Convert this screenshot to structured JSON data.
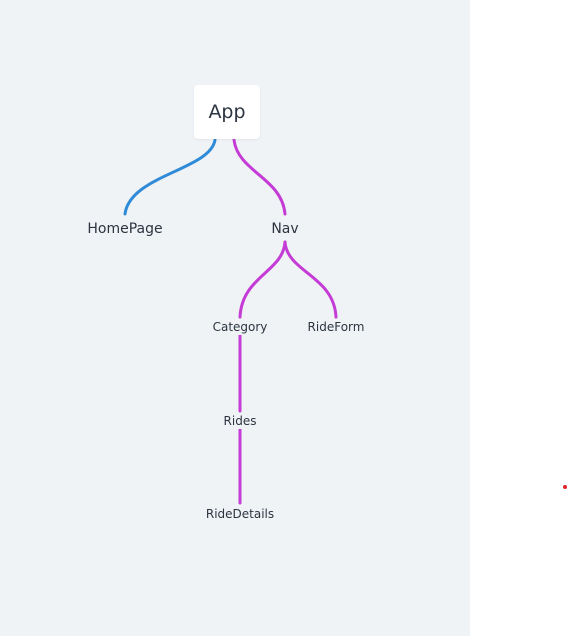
{
  "mindmap": {
    "root": {
      "label": "App"
    },
    "nodes": {
      "homepage": {
        "label": "HomePage"
      },
      "nav": {
        "label": "Nav"
      },
      "category": {
        "label": "Category"
      },
      "rideform": {
        "label": "RideForm"
      },
      "rides": {
        "label": "Rides"
      },
      "ridedetails": {
        "label": "RideDetails"
      }
    },
    "edges": [
      {
        "from": "App",
        "to": "HomePage",
        "color": "#2f8ad8"
      },
      {
        "from": "App",
        "to": "Nav",
        "color": "#c43bd6"
      },
      {
        "from": "Nav",
        "to": "Category",
        "color": "#c43bd6"
      },
      {
        "from": "Nav",
        "to": "RideForm",
        "color": "#c43bd6"
      },
      {
        "from": "Category",
        "to": "Rides",
        "color": "#c43bd6"
      },
      {
        "from": "Rides",
        "to": "RideDetails",
        "color": "#c43bd6"
      }
    ],
    "colors": {
      "canvas_bg": "#eff3f6",
      "branch_blue": "#2f8ad8",
      "branch_purple": "#c43bd6",
      "text": "#2c3440",
      "marker": "#e0242c"
    }
  }
}
